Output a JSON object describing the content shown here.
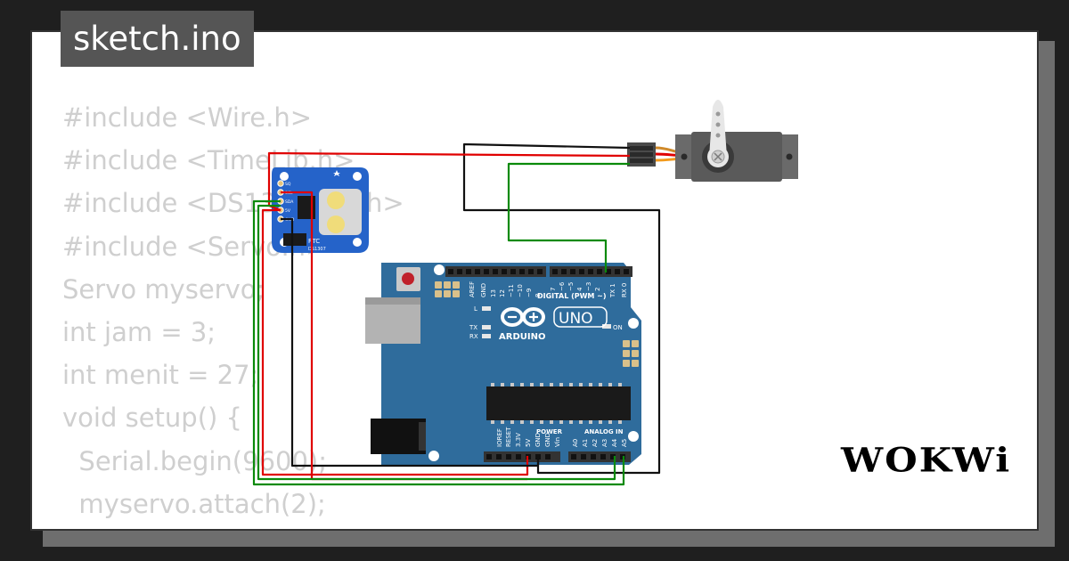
{
  "title": "sketch.ino",
  "code_lines": [
    "#include <Wire.h>",
    "#include <TimeLib.h>",
    "#include <DS1307RTC.h>",
    "#include <Servo.h>",
    "Servo myservo;",
    "int jam = 3;",
    "int menit = 27;",
    "void setup() {",
    "  Serial.begin(9600);",
    "  myservo.attach(2);"
  ],
  "board": {
    "brand": "ARDUINO",
    "model": "UNO",
    "digital_header": "DIGITAL (PWM ~)",
    "analog_header": "ANALOG IN",
    "power_header": "POWER",
    "on_label": "ON",
    "led_l": "L",
    "led_tx": "TX",
    "led_rx": "RX",
    "digital_pins": [
      "AREF",
      "GND",
      "13",
      "12",
      "~11",
      "~10",
      "~9",
      "8",
      "7",
      "~6",
      "~5",
      "4",
      "~3",
      "2",
      "TX 1",
      "RX 0"
    ],
    "power_pins": [
      "IOREF",
      "RESET",
      "3.3V",
      "5V",
      "GND",
      "GND",
      "Vin"
    ],
    "analog_pins": [
      "A0",
      "A1",
      "A2",
      "A3",
      "A4",
      "A5"
    ]
  },
  "rtc": {
    "label": "RTC",
    "chip": "DS1307",
    "pins": [
      "SQ",
      "SCL",
      "SDA",
      "5V",
      "GND"
    ]
  },
  "logo_text": "WOKWi",
  "colors": {
    "board": "#2f6c9c",
    "rtc": "#2563c9",
    "wire_red": "#e00000",
    "wire_green": "#0a8a0a",
    "wire_black": "#111111",
    "servo": "#5a5a5a"
  }
}
